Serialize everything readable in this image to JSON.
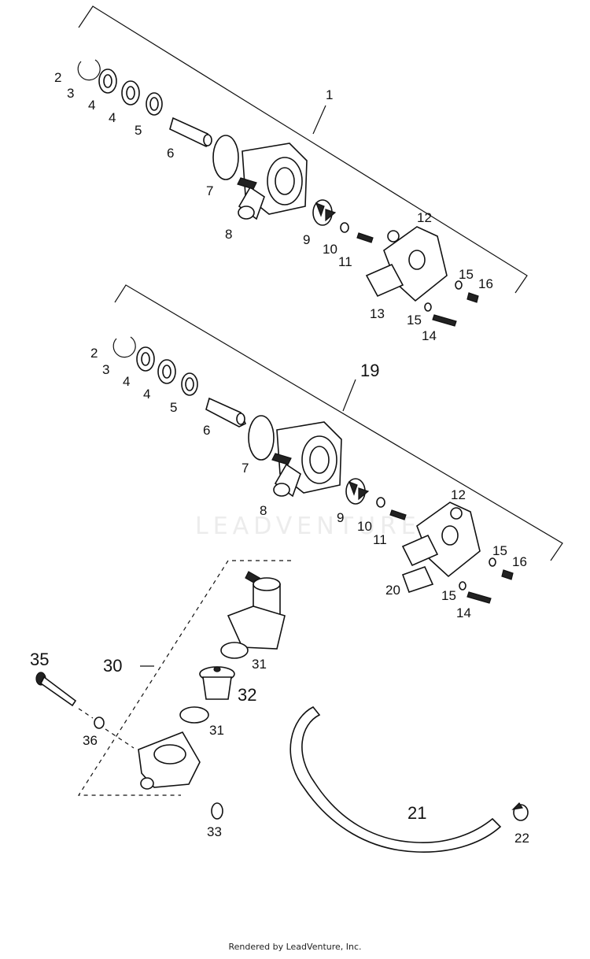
{
  "watermark": "LEADVENTURE",
  "footer_credit": "Rendered by LeadVenture, Inc.",
  "callouts": {
    "c1": "1",
    "c2a": "2",
    "c3a": "3",
    "c4a": "4",
    "c4b": "4",
    "c5a": "5",
    "c6a": "6",
    "c7a": "7",
    "c8a": "8",
    "c9a": "9",
    "c10a": "10",
    "c11a": "11",
    "c12a": "12",
    "c13": "13",
    "c14a": "14",
    "c15a": "15",
    "c15b": "15",
    "c16a": "16",
    "c19": "19",
    "c2b": "2",
    "c3b": "3",
    "c4c": "4",
    "c4d": "4",
    "c5b": "5",
    "c6b": "6",
    "c7b": "7",
    "c8b": "8",
    "c9b": "9",
    "c10b": "10",
    "c11b": "11",
    "c12b": "12",
    "c15c": "15",
    "c15d": "15",
    "c16b": "16",
    "c20": "20",
    "c14b": "14",
    "c30": "30",
    "c31a": "31",
    "c32": "32",
    "c31b": "31",
    "c33": "33",
    "c35": "35",
    "c36": "36",
    "c21": "21",
    "c22": "22"
  }
}
